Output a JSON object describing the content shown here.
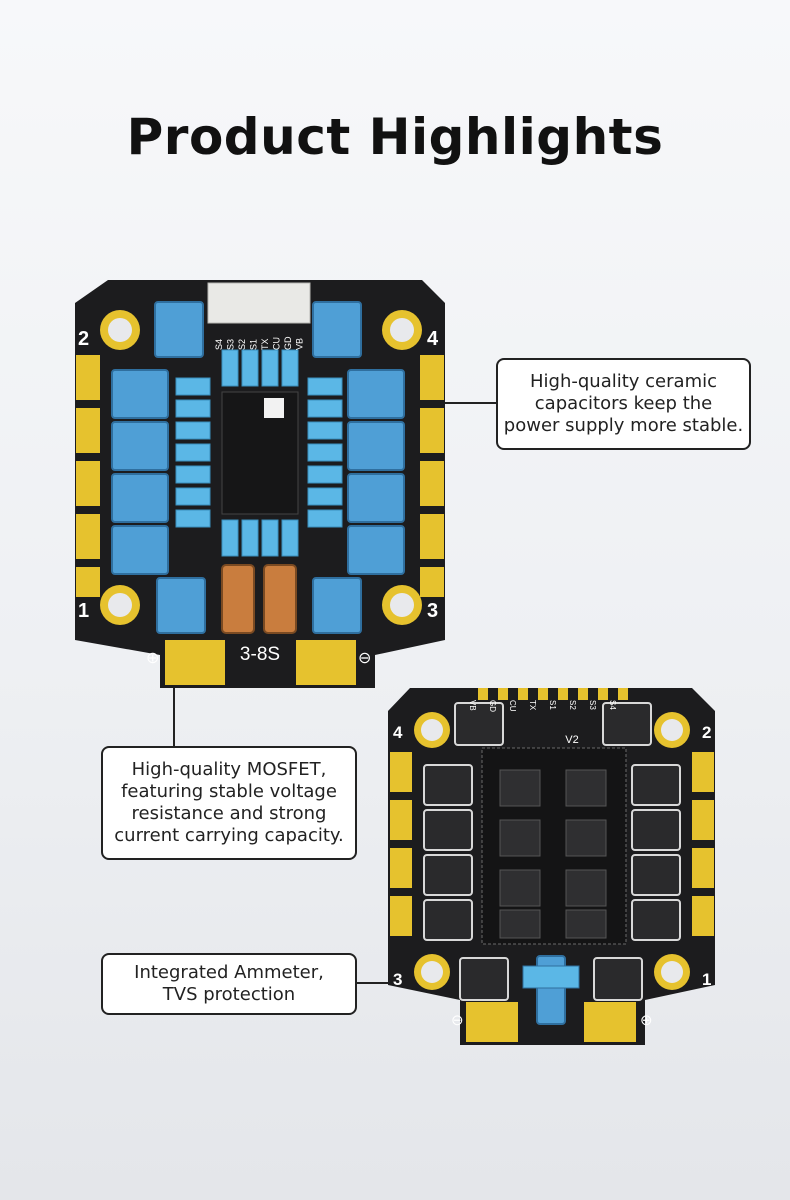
{
  "title": "Product Highlights",
  "callouts": {
    "capacitors": [
      "High-quality ceramic",
      "capacitors keep the",
      "power supply more stable."
    ],
    "mosfet": [
      "High-quality MOSFET,",
      "featuring stable voltage",
      "resistance and strong",
      "current carrying capacity."
    ],
    "ammeter": [
      "Integrated Ammeter,",
      "TVS protection"
    ]
  },
  "board_top": {
    "voltage": "3-8S",
    "corners": [
      "1",
      "2",
      "3",
      "4"
    ],
    "pins": [
      "S4",
      "S3",
      "S2",
      "S1",
      "TX",
      "CU",
      "GD",
      "VB"
    ]
  },
  "board_bottom": {
    "version": "V2",
    "corners": [
      "1",
      "2",
      "3",
      "4"
    ],
    "pins": [
      "VB",
      "GD",
      "CU",
      "TX",
      "S1",
      "S2",
      "S3",
      "S4"
    ]
  },
  "colors": {
    "pcb": "#1c1c1e",
    "gold": "#e6c22e",
    "capacitor": "#5bb7e6",
    "mosfet": "#4f9fd6",
    "chip": "#2a2a2c"
  }
}
